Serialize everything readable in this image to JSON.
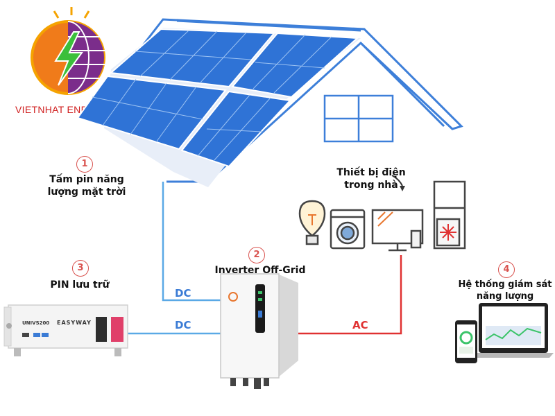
{
  "brand": {
    "name": "VIETNHAT ENERGY",
    "colors": {
      "sun": "#f5a300",
      "globe": "#7b2d8b",
      "text": "#d02020"
    }
  },
  "components": {
    "panels": {
      "number": "1",
      "label_line1": "Tấm pin năng",
      "label_line2": "lượng mặt trời"
    },
    "inverter": {
      "number": "2",
      "label": "Inverter Off-Grid"
    },
    "battery": {
      "number": "3",
      "label": "PIN lưu trữ",
      "model": "UNIVS200",
      "brand": "EASYWAY"
    },
    "monitoring": {
      "number": "4",
      "label_line1": "Hệ thống giám sát",
      "label_line2": "năng lượng"
    },
    "appliances": {
      "label_line1": "Thiết bị điện",
      "label_line2": "trong nhà",
      "icons": [
        "lightbulb-icon",
        "washing-machine-icon",
        "monitor-icon",
        "fridge-icon"
      ]
    }
  },
  "wires": {
    "panels_to_inverter": "DC",
    "battery_to_inverter": "DC",
    "inverter_to_appliances": "AC"
  },
  "colors": {
    "dc": "#5aa9e6",
    "ac": "#e03131"
  }
}
